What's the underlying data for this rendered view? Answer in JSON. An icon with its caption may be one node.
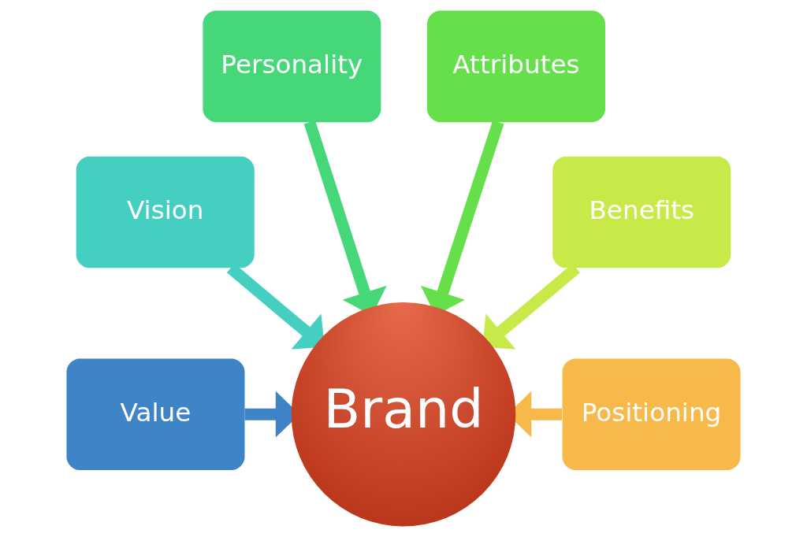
{
  "diagram": {
    "nodes": [
      {
        "text": [
          "Personality"
        ]
      },
      {
        "text": [
          "Attributes"
        ]
      },
      {
        "text": [
          "Vision"
        ]
      },
      {
        "text": [
          "Benefits"
        ]
      },
      {
        "text": [
          "Value"
        ]
      },
      {
        "text": [
          "Brand"
        ]
      },
      {
        "text": [
          "Positioning"
        ]
      }
    ],
    "edges": [
      {
        "from": 0,
        "to": 5,
        "arrow": "to",
        "color": "#46d878"
      },
      {
        "from": 1,
        "to": 5,
        "arrow": "to",
        "color": "#66e04a"
      },
      {
        "from": 2,
        "to": 5,
        "arrow": "to",
        "color": "#45cfc0"
      },
      {
        "from": 3,
        "to": 5,
        "arrow": "to",
        "color": "#c8ea48"
      },
      {
        "from": 4,
        "to": 5,
        "arrow": "to",
        "color": "#3f84c6"
      },
      {
        "from": 6,
        "to": 5,
        "arrow": "to",
        "color": "#f6b94a"
      }
    ]
  }
}
